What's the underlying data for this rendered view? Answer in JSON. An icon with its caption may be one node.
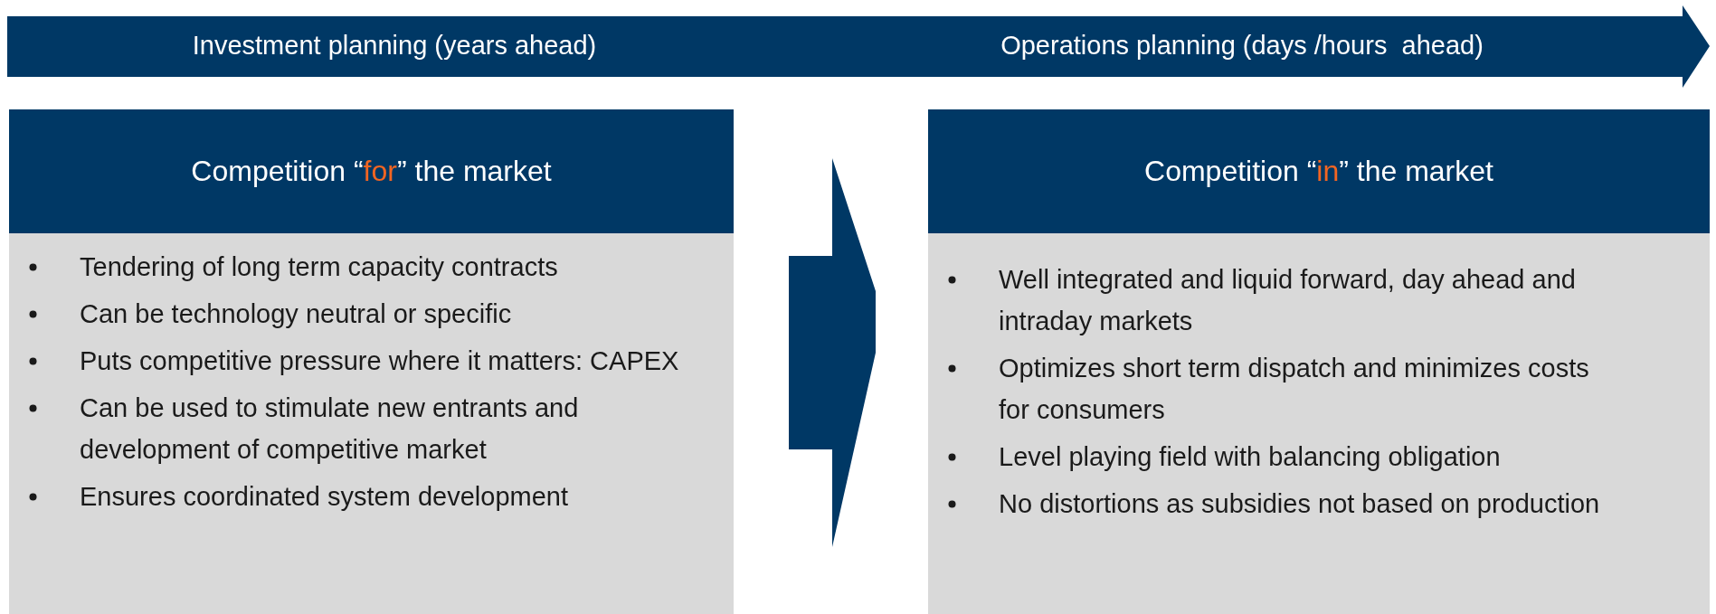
{
  "diagram": {
    "nodes": [
      {
        "text": [
          "Investment planning (years ahead)",
          "Operations planning (days /hours  ahead)"
        ]
      },
      {
        "text": [
          "Competition “**for**” the market",
          "Tendering of long term capacity contracts",
          "Can be technology neutral or specific",
          "Puts competitive pressure where it matters: CAPEX",
          "Can be used to stimulate new entrants and development of competitive market",
          "Ensures coordinated system development"
        ]
      },
      {
        "text": [
          "Competition “**in**” the market",
          "Well integrated and liquid forward, day ahead and intraday markets",
          "Optimizes short term dispatch and minimizes costs for consumers",
          "Level playing field with balancing obligation",
          "No distortions as subsidies not based on production"
        ]
      }
    ],
    "edges": [
      {
        "from": 1,
        "to": 2,
        "arrow": "to"
      }
    ]
  }
}
